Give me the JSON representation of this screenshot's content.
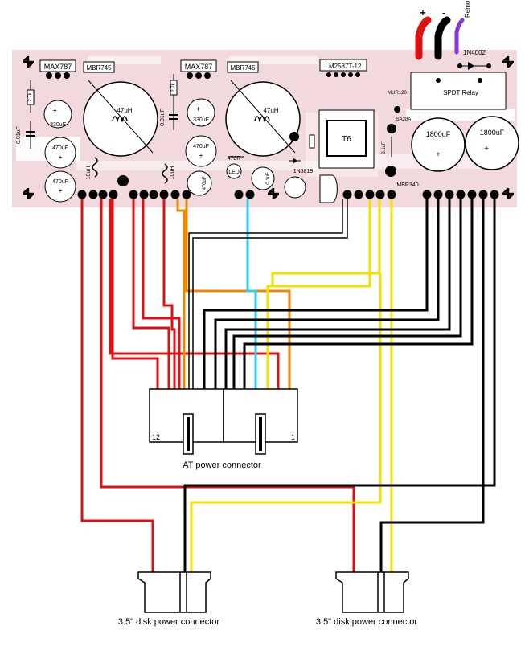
{
  "colors": {
    "board": "#f2d9dd",
    "trace": "#ffffff",
    "red": "#dd1111",
    "black": "#000000",
    "orange": "#ee8800",
    "cyan": "#33ccee",
    "yellow": "#f2e000",
    "purple": "#8833dd"
  },
  "power_leads": {
    "plus": "+",
    "minus": "-",
    "remote": "Remote"
  },
  "board": {
    "ic_max787_a": "MAX787",
    "ic_mbr_a": "MBR745",
    "ic_max787_b": "MAX787",
    "ic_mbr_b": "MBR745",
    "ic_lm2587": "LM2587T-12",
    "diode_1n4002": "1N4002",
    "relay": "SPDT Relay",
    "inductor_47uH_a": "47uH",
    "inductor_47uH_b": "47uH",
    "cap_330uF_a": "330uF",
    "cap_330uF_b": "330uF",
    "cap_470uF_a": "470uF",
    "cap_470uF_b": "470uF",
    "cap_470uF_c": "470uF",
    "cap_470uF_d": "470uF",
    "cap_1800uF_a": "1800uF",
    "cap_1800uF_b": "1800uF",
    "cap_001uF_a": "0.01uF",
    "cap_001uF_b": "0.01uF",
    "cap_01uF_a": "0.1uF",
    "cap_01uF_b": "0.1uF",
    "inductor_10uH_a": "10uH",
    "inductor_10uH_b": "10uH",
    "res_27k_a": "2.7k",
    "res_27k_b": "2.7k",
    "res_470": "470R",
    "led": "LED",
    "diode_1n5819": "1N5819",
    "diode_mur120": "MUR120",
    "diode_sa28a": "SA28A",
    "diode_mbr340": "MBR340",
    "transformer": "T6"
  },
  "connectors": {
    "at_label": "AT power connector",
    "at_pin_12": "12",
    "at_pin_1": "1",
    "floppy_a_label": "3.5\" disk power connector",
    "floppy_b_label": "3.5\" disk power connector"
  }
}
